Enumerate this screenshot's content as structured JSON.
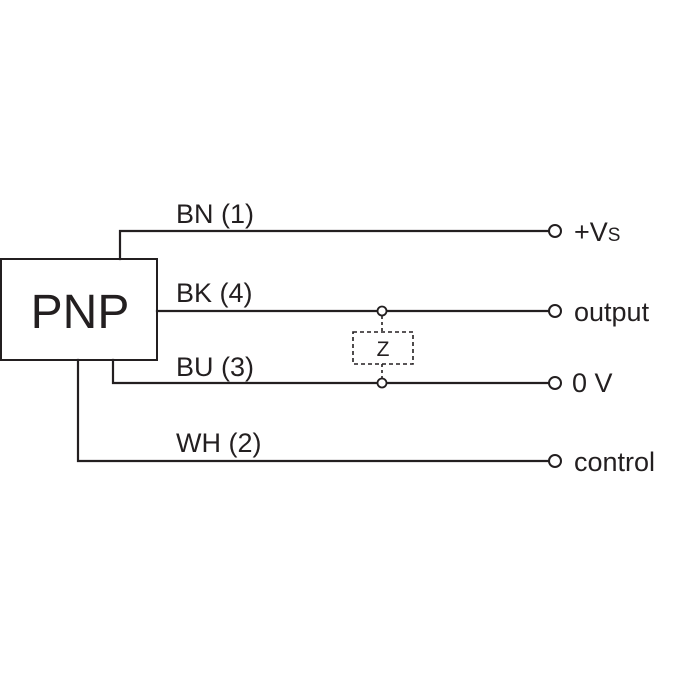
{
  "device": {
    "type_label": "PNP"
  },
  "wires": [
    {
      "id": "bn",
      "label": "BN (1)",
      "terminal_main": "+V",
      "terminal_sub": "S"
    },
    {
      "id": "bk",
      "label": "BK (4)",
      "terminal": "output"
    },
    {
      "id": "bu",
      "label": "BU (3)",
      "terminal": "0 V"
    },
    {
      "id": "wh",
      "label": "WH (2)",
      "terminal": "control"
    }
  ],
  "load": {
    "label": "Z"
  }
}
